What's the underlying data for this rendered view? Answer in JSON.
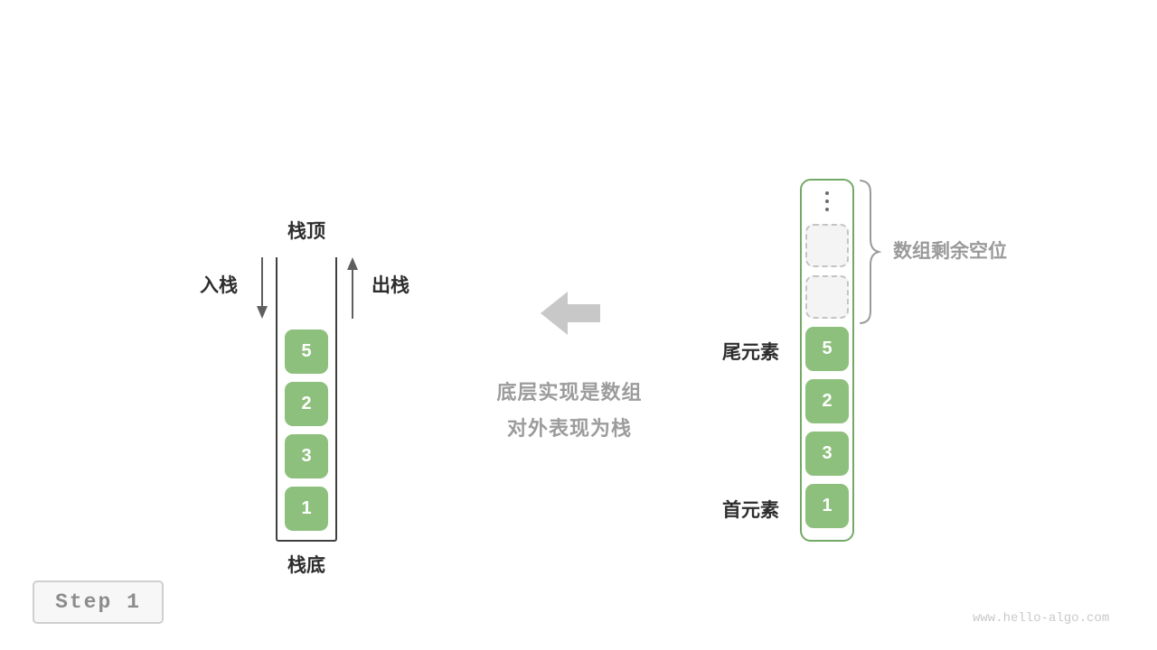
{
  "step": {
    "label": "Step 1"
  },
  "watermark": "www.hello-algo.com",
  "stack": {
    "top_label": "栈顶",
    "bottom_label": "栈底",
    "push_label": "入栈",
    "pop_label": "出栈",
    "cells": [
      "5",
      "2",
      "3",
      "1"
    ]
  },
  "explanation": {
    "line1": "底层实现是数组",
    "line2": "对外表现为栈"
  },
  "array": {
    "remaining_label": "数组剩余空位",
    "tail_label": "尾元素",
    "head_label": "首元素",
    "cells": [
      "5",
      "2",
      "3",
      "1"
    ],
    "empty_slots": 2
  },
  "colors": {
    "cell_green": "#8dc07c",
    "array_border_green": "#74a965",
    "gray_text": "#9a9a9a",
    "big_arrow_gray": "#c8c8c8"
  }
}
